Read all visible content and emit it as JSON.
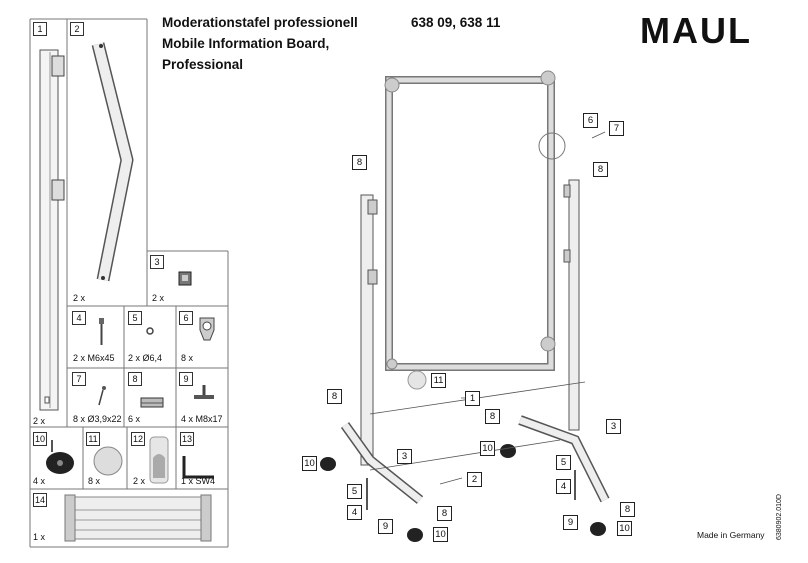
{
  "header": {
    "title_line1": "Moderationstafel professionell",
    "title_line2": "Mobile Information Board,",
    "title_line3": "Professional",
    "article_numbers": "638 09, 638 11",
    "brand": "MAUL"
  },
  "parts": [
    {
      "num": "1",
      "qty": "2 x"
    },
    {
      "num": "2",
      "qty": "2 x"
    },
    {
      "num": "3",
      "qty": "2 x"
    },
    {
      "num": "4",
      "qty": "2 x M6x45"
    },
    {
      "num": "5",
      "qty": "2 x Ø6,4"
    },
    {
      "num": "6",
      "qty": "8 x"
    },
    {
      "num": "7",
      "qty": "8 x Ø3,9x22"
    },
    {
      "num": "8",
      "qty": "6 x"
    },
    {
      "num": "9",
      "qty": "4 x M8x17"
    },
    {
      "num": "10",
      "qty": "4 x"
    },
    {
      "num": "11",
      "qty": "8 x"
    },
    {
      "num": "12",
      "qty": "2 x"
    },
    {
      "num": "13",
      "qty": "1 x  SW4"
    },
    {
      "num": "14",
      "qty": "1 x"
    }
  ],
  "callouts": {
    "c1": "1",
    "c2": "2",
    "c3a": "3",
    "c3b": "3",
    "c4a": "4",
    "c4b": "4",
    "c5a": "5",
    "c5b": "5",
    "c6": "6",
    "c7": "7",
    "c8a": "8",
    "c8b": "8",
    "c8c": "8",
    "c8d": "8",
    "c8e": "8",
    "c9a": "9",
    "c9b": "9",
    "c10a": "10",
    "c10b": "10",
    "c10c": "10",
    "c10d": "10",
    "c11": "11"
  },
  "footer": {
    "made_in": "Made in Germany",
    "doc_code": "6380902.010D"
  }
}
